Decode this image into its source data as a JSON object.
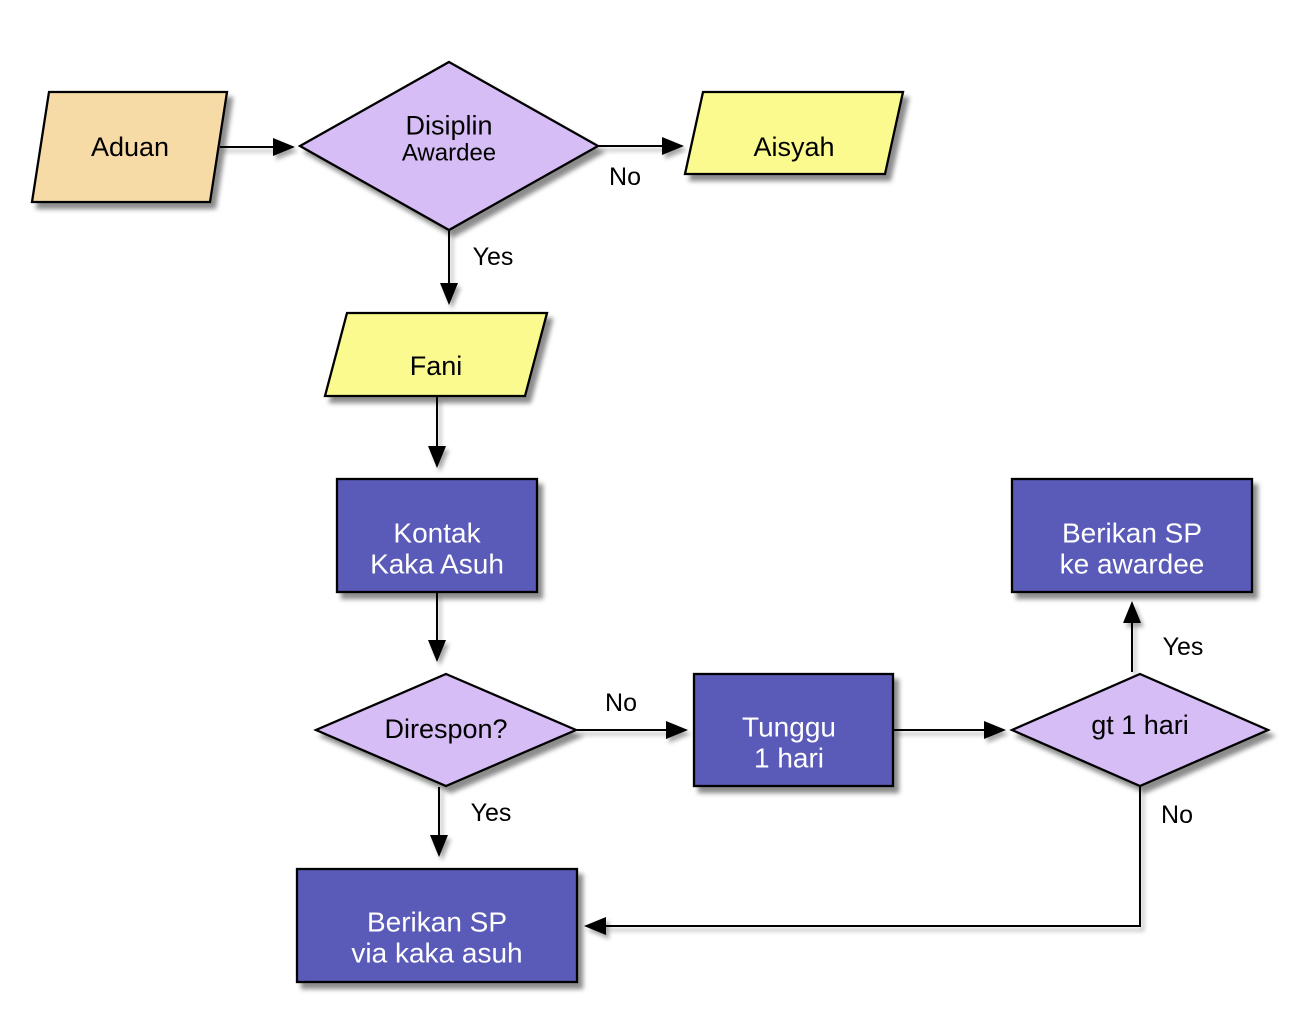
{
  "diagram": {
    "type": "flowchart",
    "background": "#ffffff",
    "colors": {
      "input_fill": "#F6DBA6",
      "decision_fill": "#D6BDF6",
      "data_fill": "#FAFA8F",
      "process_fill": "#5A5AB8",
      "stroke": "#000000",
      "label_text": "#000000",
      "process_text": "#FFFFFF"
    },
    "nodes": {
      "aduan": {
        "type": "input",
        "label": "Aduan"
      },
      "disiplin_awardee": {
        "type": "decision",
        "line1": "Disiplin",
        "line2": "Awardee"
      },
      "aisyah": {
        "type": "data",
        "label": "Aisyah"
      },
      "fani": {
        "type": "data",
        "label": "Fani"
      },
      "kontak_kaka_asuh": {
        "type": "process",
        "line1": "Kontak",
        "line2": "Kaka Asuh"
      },
      "direspon": {
        "type": "decision",
        "label": "Direspon?"
      },
      "tunggu_1_hari": {
        "type": "process",
        "line1": "Tunggu",
        "line2": "1 hari"
      },
      "gt_1_hari": {
        "type": "decision",
        "label": "gt 1 hari"
      },
      "berikan_sp_ke_awardee": {
        "type": "process",
        "line1": "Berikan SP",
        "line2": "ke awardee"
      },
      "berikan_sp_via_kaka_asuh": {
        "type": "process",
        "line1": "Berikan SP",
        "line2": "via kaka asuh"
      }
    },
    "edge_labels": {
      "disiplin_no": "No",
      "disiplin_yes": "Yes",
      "direspon_no": "No",
      "direspon_yes": "Yes",
      "gt_yes": "Yes",
      "gt_no": "No"
    }
  }
}
